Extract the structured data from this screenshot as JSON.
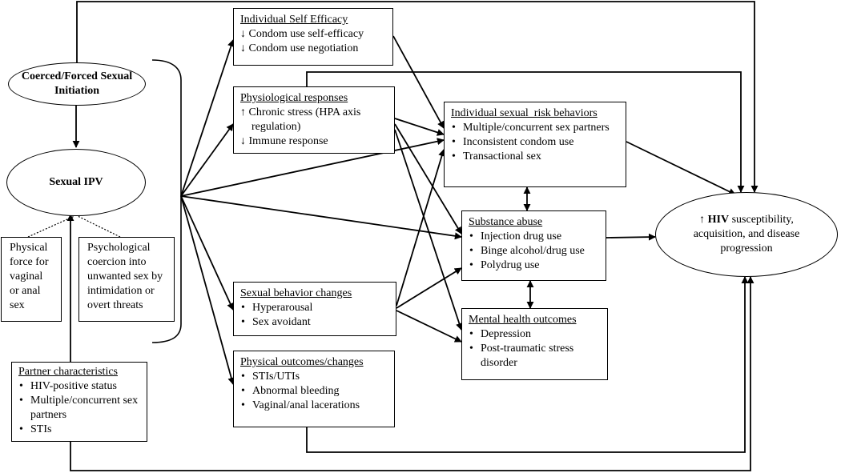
{
  "nodes": {
    "coerced": {
      "label": "Coerced/Forced Sexual Initiation"
    },
    "sexual_ipv": {
      "label": "Sexual IPV"
    },
    "physical_force": {
      "label": "Physical force for vaginal or anal sex"
    },
    "psych_coercion": {
      "label": "Psychological coercion into unwanted sex by intimidation or overt threats"
    },
    "partner": {
      "heading": "Partner characteristics",
      "items": [
        "HIV-positive status",
        "Multiple/concurrent sex partners",
        "STIs"
      ]
    },
    "self_efficacy": {
      "heading": "Individual Self Efficacy",
      "items": [
        "↓ Condom use self-efficacy",
        "↓ Condom use negotiation"
      ]
    },
    "physiological": {
      "heading": "Physiological responses",
      "items": [
        "↑ Chronic stress (HPA axis regulation)",
        "↓ Immune response"
      ]
    },
    "sexual_behavior": {
      "heading": "Sexual behavior changes",
      "items": [
        "Hyperarousal",
        "Sex avoidant"
      ]
    },
    "physical_outcomes": {
      "heading": "Physical outcomes/changes",
      "items": [
        "STIs/UTIs",
        "Abnormal bleeding",
        "Vaginal/anal lacerations"
      ]
    },
    "risk_behaviors": {
      "heading": "Individual sexual  risk behaviors",
      "items": [
        "Multiple/concurrent sex partners",
        "Inconsistent condom use",
        "Transactional sex"
      ]
    },
    "substance": {
      "heading": "Substance abuse",
      "items": [
        "Injection drug use",
        "Binge alcohol/drug use",
        "Polydrug use"
      ]
    },
    "mental_health": {
      "heading": "Mental health outcomes",
      "items": [
        "Depression",
        "Post-traumatic stress disorder"
      ]
    },
    "hiv": {
      "arrow": "↑",
      "bold": "HIV",
      "rest": "susceptibility, acquisition, and disease progression"
    }
  }
}
